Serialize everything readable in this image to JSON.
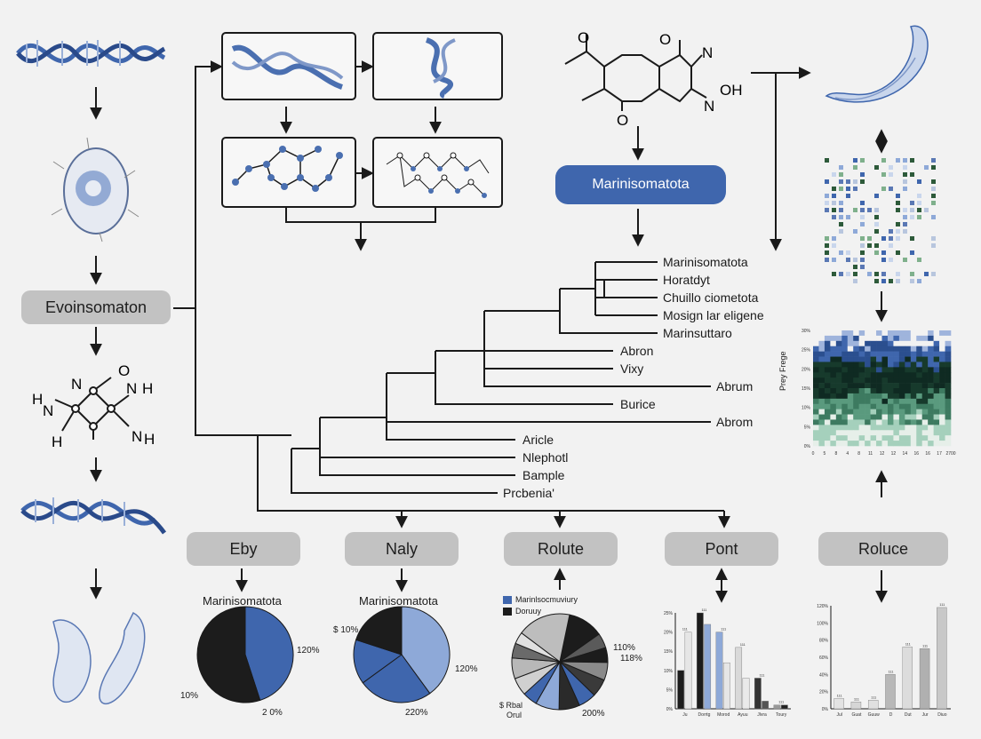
{
  "nodes": {
    "left_pill": "Evoinsomaton",
    "blue_pill": "Marinisomatota",
    "pills": [
      "Eby",
      "Naly",
      "Rolute",
      "Pont",
      "Roluce"
    ]
  },
  "molecules": {
    "left": {
      "n_top": "N",
      "o_top": "O",
      "h_left": "H",
      "n_left": "N",
      "h_right": "H",
      "n_right": "N",
      "h_right2": "H",
      "h_bot": "H",
      "n_bot": "N",
      "h_bot2": "H"
    },
    "top": {
      "o1": "O",
      "o2": "O",
      "o3": "O",
      "n": "N",
      "n2": "N",
      "oh": "OH"
    }
  },
  "tree": {
    "leaves": [
      "Marinisomatota",
      "Horatdyt",
      "Chuillo ciometota",
      "Mosign lar eligene",
      "Marinsuttaro",
      "Abron",
      "Vixy",
      "Abrum",
      "Burice",
      "Abrom",
      "Aricle",
      "Nlephotl",
      "Bample",
      "Prcbenia'"
    ]
  },
  "pie_charts": [
    {
      "title": "Marinisomatota",
      "labels": [
        "120%",
        "10%",
        "2 0%"
      ],
      "values": [
        45,
        55
      ]
    },
    {
      "title": "Marinisomatota",
      "labels": [
        "$ 10%",
        "120%",
        "220%"
      ],
      "values": [
        40,
        25,
        15,
        20
      ]
    },
    {
      "title": "",
      "legend": [
        "Marinlsocmuviury",
        "Doruuy"
      ],
      "labels": [
        "110%",
        "118%",
        "$ Rbal",
        "Orul",
        "200%"
      ],
      "values": [
        12,
        5,
        5,
        6,
        6,
        6,
        7,
        8,
        5,
        6,
        7,
        5,
        4,
        18
      ]
    }
  ],
  "colors": {
    "blue": "#3f66ad",
    "light_blue": "#8ea9d8",
    "dark": "#1c1c1c",
    "gray": "#b8b8b8",
    "pill_gray": "#c2c2c2"
  },
  "chart_data": [
    {
      "type": "bar",
      "categories": [
        "Ju",
        "Dorrtg",
        "Morod",
        "Ayuu",
        "Jlvra",
        "Toury"
      ],
      "series": [
        {
          "name": "",
          "values": [
            10,
            25,
            20,
            16,
            8,
            1
          ]
        },
        {
          "name": "",
          "values": [
            20,
            22,
            12,
            8,
            2,
            1
          ]
        }
      ],
      "data_labels": [
        "111",
        "111",
        "111",
        "111",
        "111",
        "111"
      ],
      "yticks": [
        "25%",
        "20%",
        "15%",
        "10%",
        "5%",
        "0%"
      ],
      "ylim": [
        0,
        25
      ]
    },
    {
      "type": "bar",
      "categories": [
        "Jul",
        "Guat",
        "Guuw",
        "D",
        "Dut",
        "Jur",
        "Diuo"
      ],
      "series": [
        {
          "name": "",
          "values": [
            12,
            8,
            10,
            40,
            72,
            70,
            118
          ]
        }
      ],
      "data_labels": [
        "111",
        "111",
        "111",
        "111",
        "111",
        "111",
        "111"
      ],
      "yticks": [
        "120%",
        "100%",
        "80%",
        "60%",
        "40%",
        "20%",
        "0%"
      ],
      "ylim": [
        0,
        120
      ]
    },
    {
      "type": "heatmap",
      "yticks": [
        "30%",
        "25%",
        "20%",
        "15%",
        "10%",
        "5%",
        "0%"
      ],
      "xticks": [
        "0",
        "5",
        "8",
        "4",
        "8",
        "11",
        "12",
        "12",
        "14",
        "16",
        "16",
        "17",
        "2700"
      ],
      "ylabel": "Prey Frege"
    }
  ]
}
